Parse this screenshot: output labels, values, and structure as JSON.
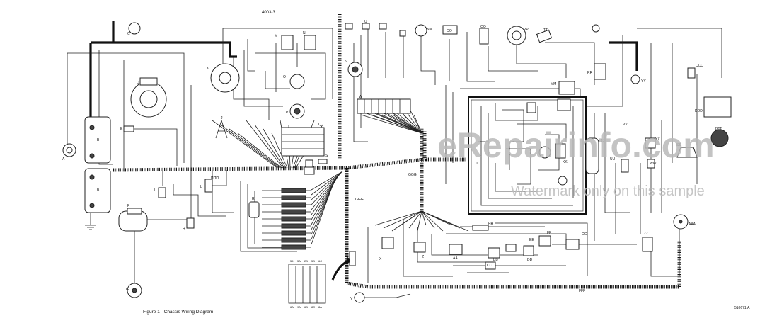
{
  "header": {
    "page_number": "4003-3"
  },
  "caption": "Figure 1 - Chassis Wiring Diagram",
  "figure_ref": "510671.A",
  "watermark": {
    "main": "eRepairinfo.com",
    "sub": "Watermark only on this sample"
  },
  "component_labels": [
    "A",
    "B",
    "C",
    "D",
    "E",
    "F",
    "G",
    "H",
    "I",
    "J",
    "K",
    "L",
    "M",
    "N",
    "O",
    "P",
    "Q",
    "R",
    "S",
    "T",
    "U",
    "V",
    "W",
    "X",
    "Y",
    "Z",
    "AA",
    "BB",
    "CC",
    "DD",
    "EE",
    "FF",
    "GG",
    "HH",
    "II",
    "JJ",
    "KK",
    "LL",
    "MM",
    "NN",
    "OO",
    "PP",
    "QQ",
    "RR",
    "SS",
    "TT",
    "UU",
    "VV",
    "WW",
    "XX",
    "YY",
    "ZZ",
    "AAA",
    "BBB",
    "CCC",
    "DDD",
    "FFF",
    "GGG",
    "HHH"
  ],
  "terminal_labels": [
    "55",
    "5A",
    "2B",
    "5B",
    "6C",
    "6A",
    "9A",
    "6B",
    "8C",
    "8A"
  ]
}
